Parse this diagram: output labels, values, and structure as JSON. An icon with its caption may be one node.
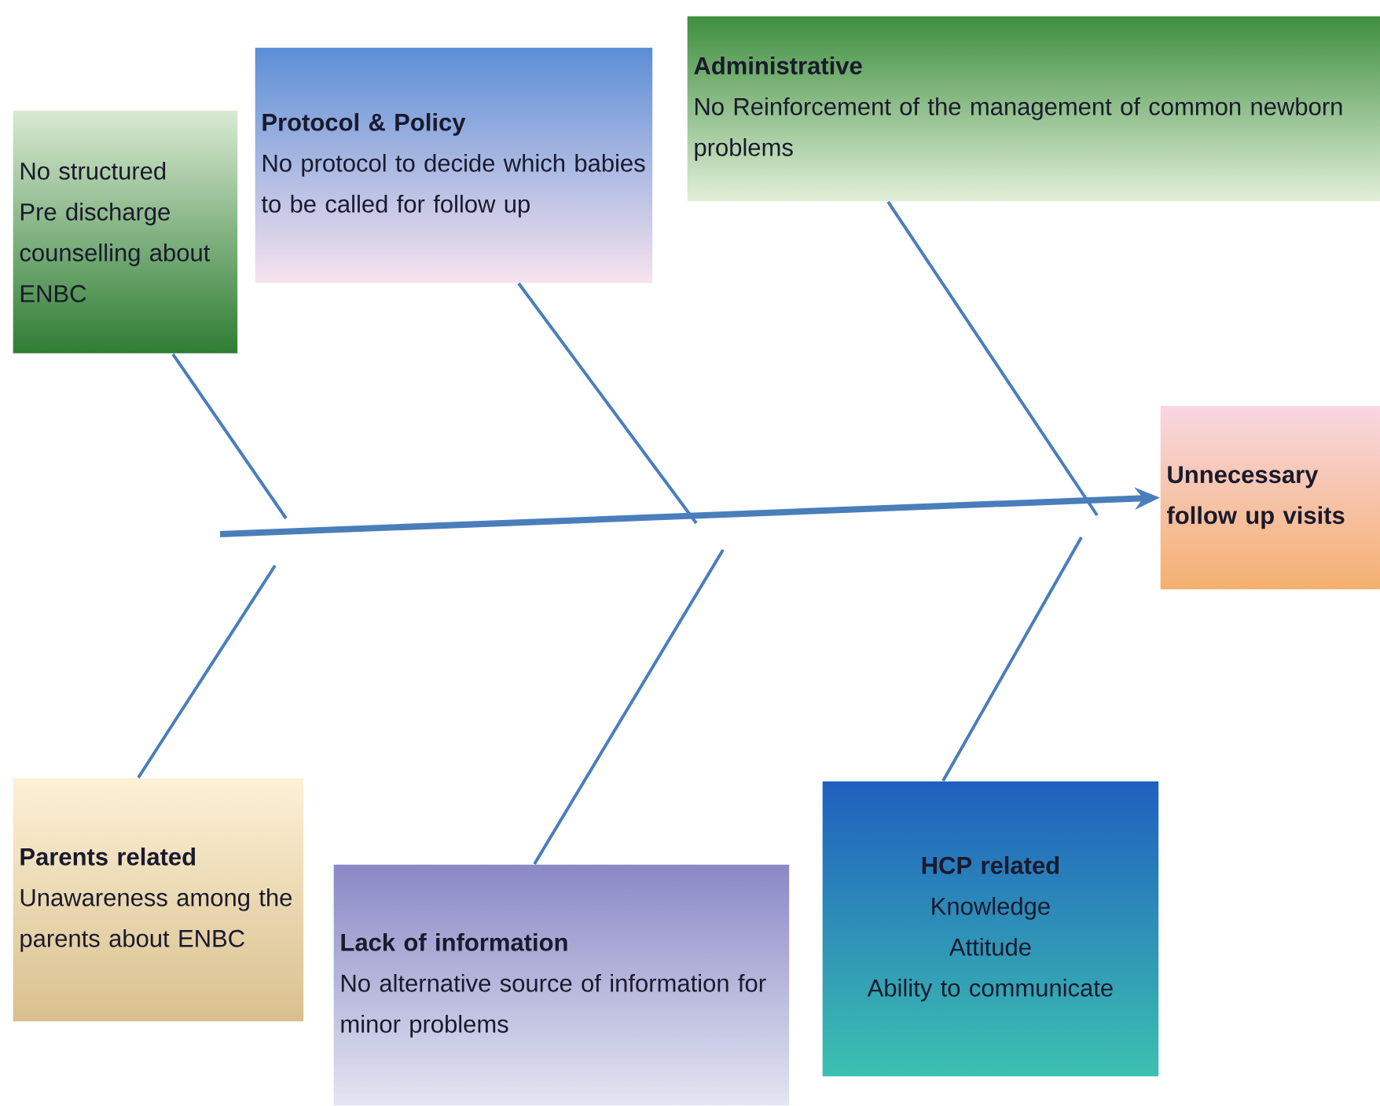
{
  "diagram": {
    "nodes": [
      {
        "text": [
          "No structured Pre discharge counselling about ENBC"
        ]
      },
      {
        "text": [
          "Protocol & Policy",
          "No protocol to decide which babies to be called for follow up"
        ]
      },
      {
        "text": [
          "Administrative",
          "No Reinforcement of the management of common newborn problems"
        ]
      },
      {
        "text": [
          "Unnecessary follow up visits"
        ]
      },
      {
        "text": [
          "Parents related",
          "Unawareness among the parents about ENBC"
        ]
      },
      {
        "text": [
          "Lack of information",
          "No alternative source of information for minor problems"
        ]
      },
      {
        "text": [
          "HCP related",
          "Knowledge",
          "Attitude",
          "Ability to communicate"
        ]
      }
    ],
    "edges": [
      {
        "from": null,
        "to": 3,
        "arrow": "to",
        "style": "thick"
      },
      {
        "from": 0,
        "to": null,
        "arrow": "none"
      },
      {
        "from": 1,
        "to": null,
        "arrow": "none"
      },
      {
        "from": 2,
        "to": null,
        "arrow": "none"
      },
      {
        "from": 4,
        "to": null,
        "arrow": "none"
      },
      {
        "from": 5,
        "to": null,
        "arrow": "none"
      },
      {
        "from": 6,
        "to": null,
        "arrow": "none"
      }
    ]
  }
}
